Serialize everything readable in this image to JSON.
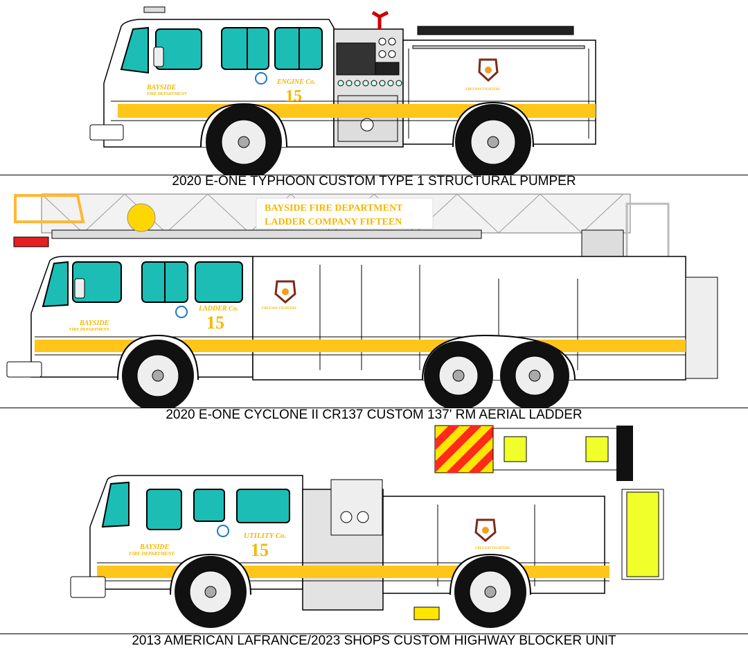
{
  "colors": {
    "stripe_gold": "#ffc61a",
    "letter_gold": "#f5b800",
    "window_teal": "#1cbdb4",
    "chevron_red": "#ff2a1a",
    "chevron_yellow": "#ffe600",
    "blocker_lime": "#f0ff2a",
    "ladder_orange": "#ffb733",
    "outline": "#000000",
    "body": "#ffffff",
    "metal": "#e3e3e3"
  },
  "engine": {
    "caption": "2020 E-ONE TYPHOON CUSTOM TYPE 1 STRUCTURAL PUMPER",
    "door_dept_line1": "BAYSIDE",
    "door_dept_line2": "FIRE DEPARTMENT",
    "unit_label": "ENGINE Co.",
    "unit_number": "15",
    "compartment_slogan": "FREEWAY FIGHTERS"
  },
  "ladder": {
    "caption": "2020 E-ONE CYCLONE II CR137 CUSTOM 137' RM AERIAL LADDER",
    "banner_line1": "BAYSIDE FIRE DEPARTMENT",
    "banner_line2": "LADDER COMPANY FIFTEEN",
    "door_dept_line1": "BAYSIDE",
    "door_dept_line2": "FIRE DEPARTMENT",
    "unit_label": "LADDER Co.",
    "unit_number": "15",
    "compartment_slogan": "FREEWAY FIGHTERS"
  },
  "blocker": {
    "caption": "2013 AMERICAN LAFRANCE/2023 SHOPS CUSTOM HIGHWAY BLOCKER UNIT",
    "door_dept_line1": "BAYSIDE",
    "door_dept_line2": "FIRE DEPARTMENT",
    "unit_label": "UTILITY Co.",
    "unit_number": "15",
    "compartment_slogan": "FREEWAY FIGHTERS"
  }
}
